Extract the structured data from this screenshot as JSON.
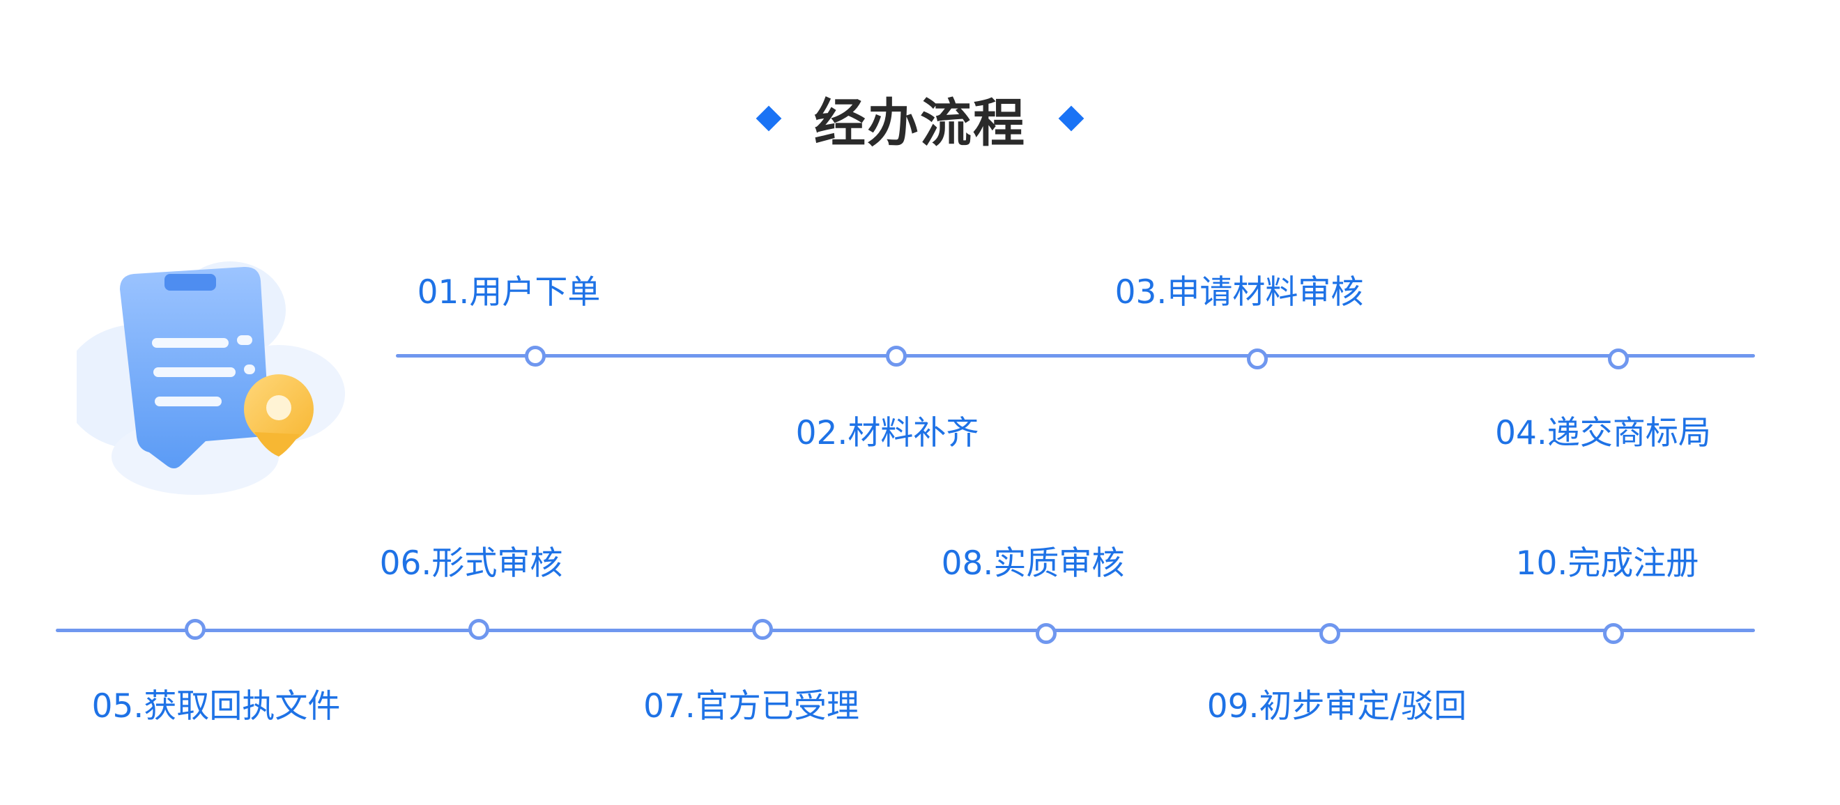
{
  "title": "经办流程",
  "colors": {
    "accent": "#1a73f5",
    "track": "#6f97ef",
    "label": "#1e72e6",
    "title": "#2a2a2a"
  },
  "steps": [
    {
      "label": "01.用户下单"
    },
    {
      "label": "02.材料补齐"
    },
    {
      "label": "03.申请材料审核"
    },
    {
      "label": "04.递交商标局"
    },
    {
      "label": "05.获取回执文件"
    },
    {
      "label": "06.形式审核"
    },
    {
      "label": "07.官方已受理"
    },
    {
      "label": "08.实质审核"
    },
    {
      "label": "09.初步审定/驳回"
    },
    {
      "label": "10.完成注册"
    }
  ]
}
